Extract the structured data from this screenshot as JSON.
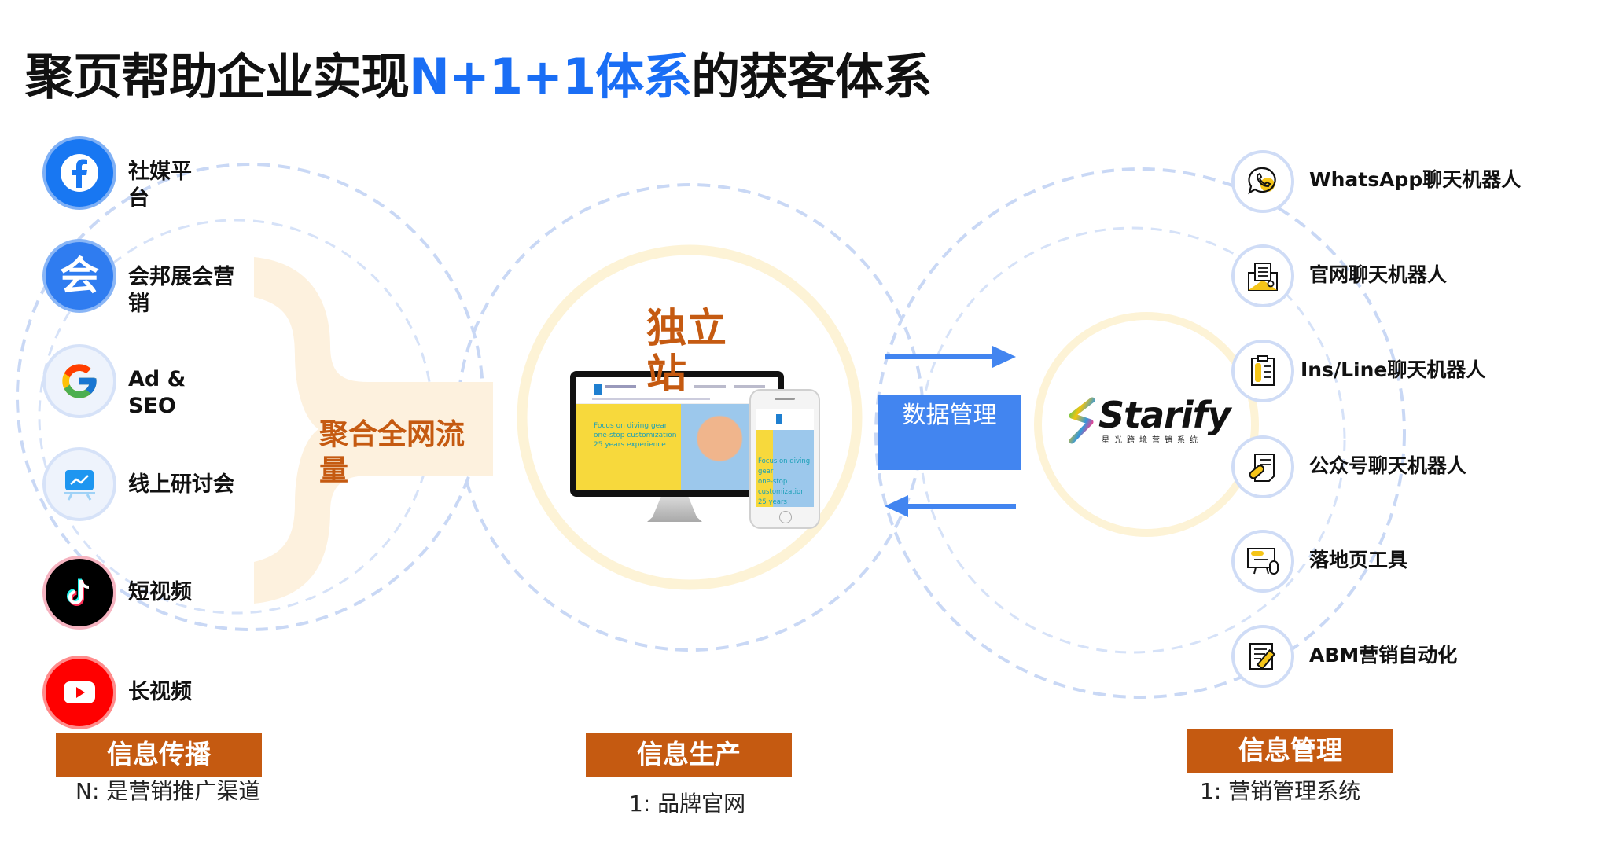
{
  "title": {
    "prefix": "聚页帮助企业实现",
    "highlight": "N+1+1体系",
    "suffix": "的获客体系",
    "highlight_color": "#1a6ef5"
  },
  "sources": [
    {
      "label": "社媒平台",
      "icon": "facebook-icon"
    },
    {
      "label": "会邦展会营销",
      "icon": "huibang-icon"
    },
    {
      "label": "Ad & SEO",
      "icon": "google-icon"
    },
    {
      "label": "线上研讨会",
      "icon": "webinar-icon"
    },
    {
      "label": "短视频",
      "icon": "tiktok-icon"
    },
    {
      "label": "长视频",
      "icon": "youtube-icon"
    }
  ],
  "aggregate": {
    "label": "聚合全网流量",
    "color": "#c55a11",
    "bracket_color": "#fdf1de"
  },
  "website": {
    "label": "独立站",
    "mock_desktop_text": [
      "Focus on diving gear",
      "one-stop customization",
      "25 years experience"
    ],
    "mock_mobile_text": [
      "Focus on diving",
      "gear",
      "one-stop",
      "customization",
      "25 years"
    ]
  },
  "data_management": {
    "label": "数据管理",
    "color": "#4285f0"
  },
  "starify": {
    "brand": "Starify",
    "subtitle": "星光跨境营销系统"
  },
  "tools": [
    {
      "label": "WhatsApp聊天机器人",
      "icon": "whatsapp-chat-icon"
    },
    {
      "label": "官网聊天机器人",
      "icon": "mail-chat-icon"
    },
    {
      "label": "Ins/Line聊天机器人",
      "icon": "clipboard-checklist-icon"
    },
    {
      "label": "公众号聊天机器人",
      "icon": "document-clip-icon"
    },
    {
      "label": "落地页工具",
      "icon": "monitor-landing-icon"
    },
    {
      "label": "ABM营销自动化",
      "icon": "document-pen-icon"
    }
  ],
  "categories": [
    {
      "title": "信息传播",
      "sub": "N: 是营销推广渠道"
    },
    {
      "title": "信息生产",
      "sub": "1:  品牌官网"
    },
    {
      "title": "信息管理",
      "sub": "1:  营销管理系统"
    }
  ],
  "colors": {
    "category_bg": "#c55a11",
    "dashed_circle": "#c9d8f5",
    "ring_yellow": "#fdf3d6",
    "arrow_blue": "#4285f0"
  }
}
